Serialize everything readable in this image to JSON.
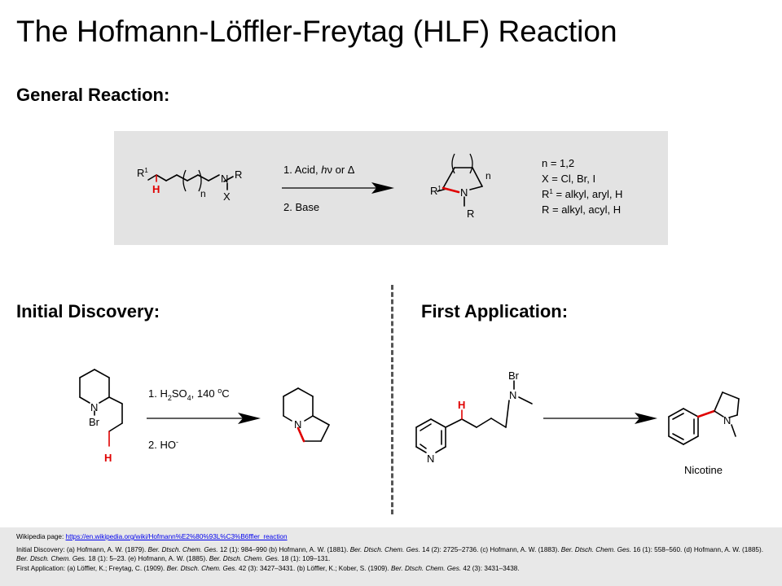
{
  "title": "The Hofmann-Löffler-Freytag (HLF) Reaction",
  "sections": {
    "general": "General Reaction:",
    "initial": "Initial Discovery:",
    "first": "First Application:"
  },
  "general_reaction": {
    "reactant": {
      "r1_base": "R",
      "r1_sup": "1",
      "h": "H",
      "n": "n",
      "nitrogen": "N",
      "r": "R",
      "x": "X"
    },
    "conditions": {
      "step1_pre": "1. Acid, ",
      "step1_h": "h",
      "step1_nu": "ν",
      "step1_post": " or ",
      "step1_delta": "Δ",
      "step2": "2. Base"
    },
    "product": {
      "r1_base": "R",
      "r1_sup": "1",
      "n": "n",
      "nitrogen": "N",
      "r": "R"
    },
    "notes": {
      "line1": "n = 1,2",
      "line2": "X = Cl, Br, I",
      "line3_base": "R",
      "line3_sup": "1",
      "line3_rest": " = alkyl, aryl, H",
      "line4": "R = alkyl, acyl, H"
    }
  },
  "initial_discovery": {
    "reactant": {
      "nitrogen": "N",
      "br": "Br",
      "h": "H"
    },
    "conditions": {
      "step1_pre": "1. H",
      "step1_sub": "2",
      "step1_mid": "SO",
      "step1_sub2": "4",
      "step1_post": ", 140 ",
      "step1_sup": "o",
      "step1_unit": "C",
      "step2_pre": "2. HO",
      "step2_sup": "-"
    },
    "product": {
      "nitrogen": "N"
    }
  },
  "first_application": {
    "reactant": {
      "br": "Br",
      "nitrogen": "N",
      "h": "H",
      "pyridine_n": "N"
    },
    "product": {
      "nitrogen": "N",
      "label": "Nicotine"
    }
  },
  "references": {
    "wiki_prefix": "Wikipedia page: ",
    "wiki_link": "https://en.wikipedia.org/wiki/Hofmann%E2%80%93L%C3%B6ffler_reaction",
    "initial_discovery": [
      {
        "t": "Initial Discovery: (a) Hofmann, A. W. (1879). ",
        "i": false
      },
      {
        "t": "Ber. Dtsch. Chem. Ges.",
        "i": true
      },
      {
        "t": " 12 (1): 984–990 (b) Hofmann, A. W. (1881). ",
        "i": false
      },
      {
        "t": "Ber. Dtsch. Chem. Ges.",
        "i": true
      },
      {
        "t": " 14 (2): 2725–2736. (c) Hofmann, A. W. (1883). ",
        "i": false
      },
      {
        "t": "Ber. Dtsch. Chem. Ges.",
        "i": true
      },
      {
        "t": " 16 (1): 558–560. (d) Hofmann, A. W. (1885). ",
        "i": false
      },
      {
        "t": "Ber. Dtsch. Chem. Ges.",
        "i": true
      },
      {
        "t": " 18 (1): 5–23. (e) Hofmann, A. W. (1885). ",
        "i": false
      },
      {
        "t": "Ber. Dtsch. Chem. Ges.",
        "i": true
      },
      {
        "t": " 18 (1): 109–131.",
        "i": false
      }
    ],
    "first_application": [
      {
        "t": "First Application: (a) Löffler, K.; Freytag, C. (1909). ",
        "i": false
      },
      {
        "t": "Ber. Dtsch. Chem. Ges.",
        "i": true
      },
      {
        "t": " 42 (3): 3427–3431. (b) Löffler, K.; Kober, S. (1909). ",
        "i": false
      },
      {
        "t": "Ber. Dtsch. Chem. Ges.",
        "i": true
      },
      {
        "t": " 42 (3): 3431–3438.",
        "i": false
      }
    ]
  },
  "colors": {
    "highlight": "#e00000",
    "panel": "#e3e3e3",
    "footer": "#e8e8e8",
    "bond": "#000000"
  }
}
